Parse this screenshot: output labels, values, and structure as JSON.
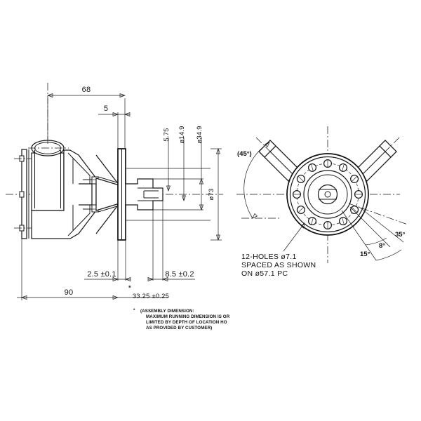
{
  "drawing": {
    "title": "Pump / gear housing assembly engineering drawing",
    "line_color": "#1a1a1a",
    "background": "#ffffff",
    "views": {
      "side": {
        "name": "side-section-view",
        "dimensions": {
          "overall_68": "68",
          "flange_5": "5",
          "shaft_step_575": "5.75",
          "bore_14_9": "ø14.9",
          "bore_34_9": "ø34.9",
          "flange_dia_73": "ø73",
          "left_tol_25": "2.5  ±0.1",
          "right_tol_85": "8.5  ±0.2",
          "overall_90": "90",
          "assembly_3325": "33.25 ±0.25",
          "asterisk": "*"
        },
        "footnote": {
          "marker": "*",
          "line1": "(ASSEMBLY DIMENSION:",
          "line2": "MAXIMUM RUNNING DIMENSION IS OR",
          "line3": "LIMITED BY DEPTH OF LOCATION HO",
          "line4": "AS PROVIDED BY CUSTOMER)"
        }
      },
      "front": {
        "name": "front-end-view",
        "hole_note": {
          "line1": "12-HOLES ø7.1",
          "line2": "SPACED AS SHOWN",
          "line3": "ON ø57.1 PC"
        },
        "angles": {
          "bracket_45": "(45°)",
          "spread_15": "15°",
          "spread_8": "8°",
          "spread_35": "35°"
        },
        "hole_count": 12,
        "hole_diameter": "ø7.1",
        "pitch_circle": "ø57.1"
      }
    }
  }
}
